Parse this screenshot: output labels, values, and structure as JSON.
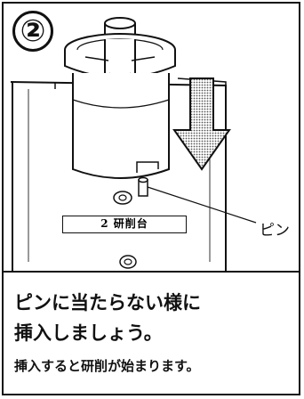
{
  "step": {
    "number": "②"
  },
  "diagram": {
    "base_label": "2 研削台",
    "pin_label": "ピン"
  },
  "instructions": {
    "line1": "ピンに当たらない様に",
    "line2": "挿入しましょう。",
    "line3": "挿入すると研削が始まります。"
  }
}
